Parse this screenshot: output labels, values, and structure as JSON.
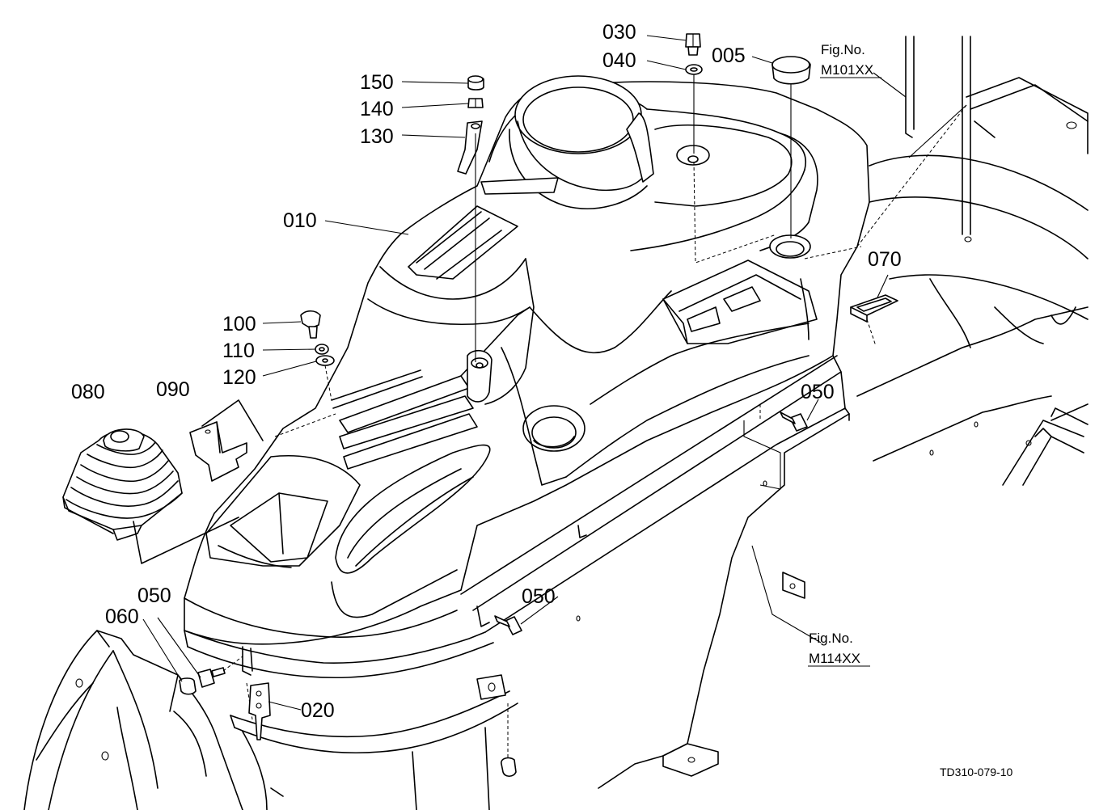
{
  "callouts": [
    {
      "id": "005",
      "label": "005"
    },
    {
      "id": "010",
      "label": "010"
    },
    {
      "id": "020",
      "label": "020"
    },
    {
      "id": "030",
      "label": "030"
    },
    {
      "id": "040",
      "label": "040"
    },
    {
      "id": "050a",
      "label": "050"
    },
    {
      "id": "050b",
      "label": "050"
    },
    {
      "id": "050c",
      "label": "050"
    },
    {
      "id": "060",
      "label": "060"
    },
    {
      "id": "070",
      "label": "070"
    },
    {
      "id": "080",
      "label": "080"
    },
    {
      "id": "090",
      "label": "090"
    },
    {
      "id": "100",
      "label": "100"
    },
    {
      "id": "110",
      "label": "110"
    },
    {
      "id": "120",
      "label": "120"
    },
    {
      "id": "130",
      "label": "130"
    },
    {
      "id": "140",
      "label": "140"
    },
    {
      "id": "150",
      "label": "150"
    }
  ],
  "figure_refs": [
    {
      "caption": "Fig.No.",
      "number": "M101XX"
    },
    {
      "caption": "Fig.No.",
      "number": "M114XX"
    }
  ],
  "drawing_code": "TD310-079-10"
}
